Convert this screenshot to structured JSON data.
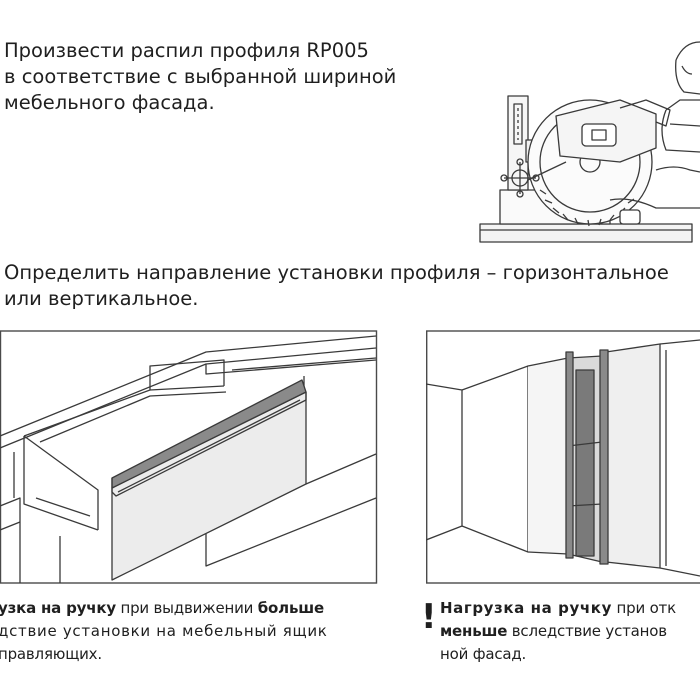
{
  "step1": {
    "line1": "Произвести распил профиля RP005",
    "line2": "в соответствие с выбранной шириной",
    "line3": "мебельного фасада."
  },
  "step2": {
    "line1": "Определить направление установки профиля – горизонтальное",
    "line2": "или вертикальное."
  },
  "left_note": {
    "l1_bold1": "узка на ручку",
    "l1_text": " при выдвижении ",
    "l1_bold2": "больше",
    "l2": "дствие установки на мебельный ящик",
    "l3": "правляющих."
  },
  "right_note": {
    "mark": "!",
    "l1_bold": "Нагрузка на ручку",
    "l1_text": " при отк",
    "l2_bold": "меньше",
    "l2_text": " вследствие установ",
    "l3": "ной фасад."
  },
  "colors": {
    "text": "#1f1f1f",
    "line": "#3a3a3a",
    "frame": "#4a4a4a",
    "panel": "#ececec",
    "profile": "#8a8a8a"
  }
}
